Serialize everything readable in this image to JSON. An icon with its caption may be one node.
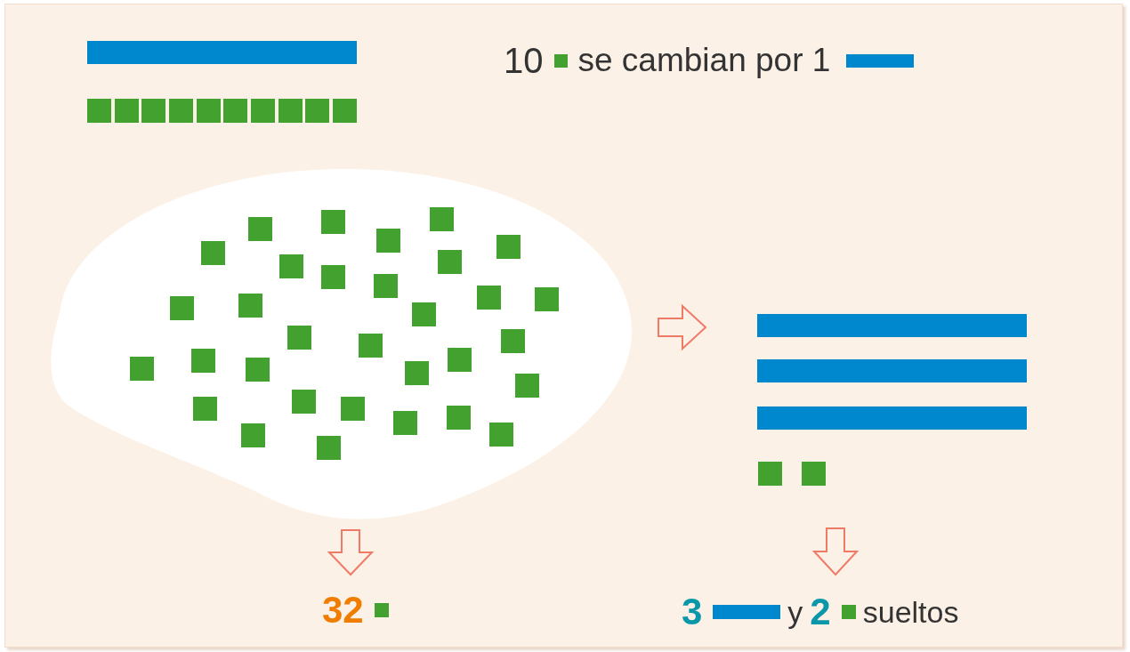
{
  "diagram": {
    "nodes": [
      {
        "text": [],
        "shape": "cloud"
      },
      {
        "text": [],
        "shape": "picture"
      },
      {
        "text": [
          "32"
        ]
      },
      {
        "text": [
          "3",
          "y",
          "2",
          "sueltos"
        ]
      }
    ],
    "edges": [
      {
        "from": 0,
        "to": 1,
        "arrow": "to"
      },
      {
        "from": 0,
        "to": 2,
        "arrow": "to"
      },
      {
        "from": 1,
        "to": 3,
        "arrow": "to"
      }
    ],
    "labels": [
      "10",
      "se cambian por 1"
    ]
  }
}
